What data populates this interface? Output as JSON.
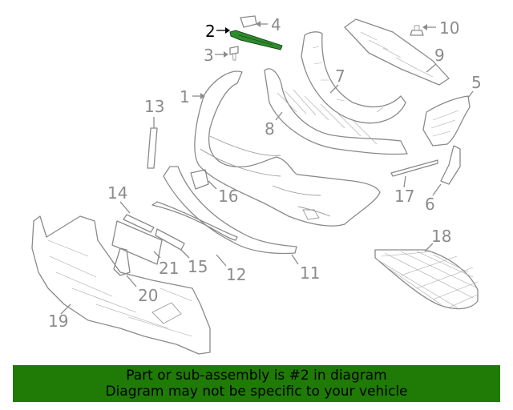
{
  "diagram": {
    "highlighted_callout": "2",
    "callouts": {
      "c1": "1",
      "c2": "2",
      "c3": "3",
      "c4": "4",
      "c5": "5",
      "c6": "6",
      "c7": "7",
      "c8": "8",
      "c9": "9",
      "c10": "10",
      "c11": "11",
      "c12": "12",
      "c13": "13",
      "c14": "14",
      "c15": "15",
      "c16": "16",
      "c17": "17",
      "c18": "18",
      "c19": "19",
      "c20": "20",
      "c21": "21"
    },
    "colors": {
      "banner_background": "#1f7a06",
      "highlight_part": "#2e8b2e",
      "callout_gray": "#8c8c8c"
    }
  },
  "banner": {
    "line1": "Part or sub-assembly is #2 in diagram",
    "line2": "Diagram may not be specific to your vehicle"
  }
}
